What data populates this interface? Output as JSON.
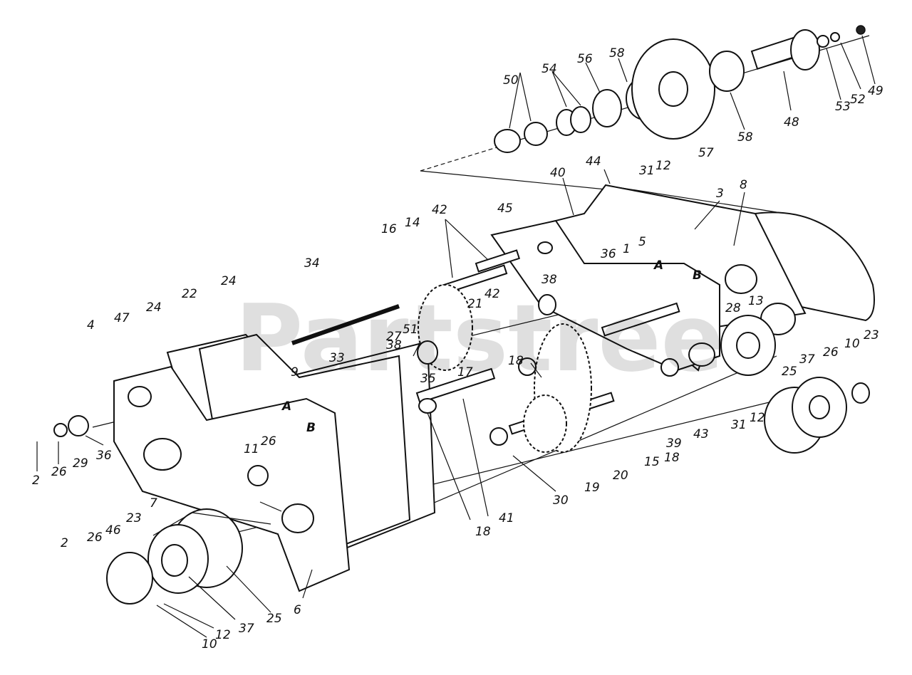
{
  "watermark": "Partstree",
  "labels": [
    {
      "id": "l2a",
      "text": "2"
    },
    {
      "id": "l26a",
      "text": "26"
    },
    {
      "id": "l29",
      "text": "29"
    },
    {
      "id": "l36a",
      "text": "36"
    },
    {
      "id": "l4",
      "text": "4"
    },
    {
      "id": "l47",
      "text": "47"
    },
    {
      "id": "l24a",
      "text": "24"
    },
    {
      "id": "l22",
      "text": "22"
    },
    {
      "id": "l24b",
      "text": "24"
    },
    {
      "id": "l34",
      "text": "34"
    },
    {
      "id": "l33",
      "text": "33"
    },
    {
      "id": "l9",
      "text": "9"
    },
    {
      "id": "l11",
      "text": "11"
    },
    {
      "id": "l26b",
      "text": "26"
    },
    {
      "id": "l16",
      "text": "16"
    },
    {
      "id": "l14",
      "text": "14"
    },
    {
      "id": "l42a",
      "text": "42"
    },
    {
      "id": "l21",
      "text": "21"
    },
    {
      "id": "l51",
      "text": "51"
    },
    {
      "id": "l38a",
      "text": "38"
    },
    {
      "id": "l27",
      "text": "27"
    },
    {
      "id": "l35",
      "text": "35"
    },
    {
      "id": "l17",
      "text": "17"
    },
    {
      "id": "l42b",
      "text": "42"
    },
    {
      "id": "l45",
      "text": "45"
    },
    {
      "id": "l38b",
      "text": "38"
    },
    {
      "id": "l40",
      "text": "40"
    },
    {
      "id": "l44",
      "text": "44"
    },
    {
      "id": "l31a",
      "text": "31"
    },
    {
      "id": "l12a",
      "text": "12"
    },
    {
      "id": "l3",
      "text": "3"
    },
    {
      "id": "l8",
      "text": "8"
    },
    {
      "id": "l5",
      "text": "5"
    },
    {
      "id": "l1",
      "text": "1"
    },
    {
      "id": "l36b",
      "text": "36"
    },
    {
      "id": "l13",
      "text": "13"
    },
    {
      "id": "l28",
      "text": "28"
    },
    {
      "id": "l23a",
      "text": "23"
    },
    {
      "id": "l10a",
      "text": "10"
    },
    {
      "id": "l26c",
      "text": "26"
    },
    {
      "id": "l37a",
      "text": "37"
    },
    {
      "id": "l25a",
      "text": "25"
    },
    {
      "id": "l12b",
      "text": "12"
    },
    {
      "id": "l31b",
      "text": "31"
    },
    {
      "id": "l43",
      "text": "43"
    },
    {
      "id": "l39",
      "text": "39"
    },
    {
      "id": "l18a",
      "text": "18"
    },
    {
      "id": "l15",
      "text": "15"
    },
    {
      "id": "l20",
      "text": "20"
    },
    {
      "id": "l19",
      "text": "19"
    },
    {
      "id": "l18b",
      "text": "18"
    },
    {
      "id": "l30",
      "text": "30"
    },
    {
      "id": "l41",
      "text": "41"
    },
    {
      "id": "l18c",
      "text": "18"
    },
    {
      "id": "l7",
      "text": "7"
    },
    {
      "id": "l2b",
      "text": "2"
    },
    {
      "id": "l26d",
      "text": "26"
    },
    {
      "id": "l46",
      "text": "46"
    },
    {
      "id": "l23b",
      "text": "23"
    },
    {
      "id": "l12c",
      "text": "12"
    },
    {
      "id": "l10b",
      "text": "10"
    },
    {
      "id": "l37b",
      "text": "37"
    },
    {
      "id": "l25b",
      "text": "25"
    },
    {
      "id": "l6",
      "text": "6"
    },
    {
      "id": "l50",
      "text": "50"
    },
    {
      "id": "l54",
      "text": "54"
    },
    {
      "id": "l56",
      "text": "56"
    },
    {
      "id": "l58a",
      "text": "58"
    },
    {
      "id": "l57",
      "text": "57"
    },
    {
      "id": "l58b",
      "text": "58"
    },
    {
      "id": "l48",
      "text": "48"
    },
    {
      "id": "l53",
      "text": "53"
    },
    {
      "id": "l52",
      "text": "52"
    },
    {
      "id": "l49",
      "text": "49"
    },
    {
      "id": "lA1",
      "text": "A"
    },
    {
      "id": "lB1",
      "text": "B"
    },
    {
      "id": "lA2",
      "text": "A"
    },
    {
      "id": "lB2",
      "text": "B"
    }
  ]
}
